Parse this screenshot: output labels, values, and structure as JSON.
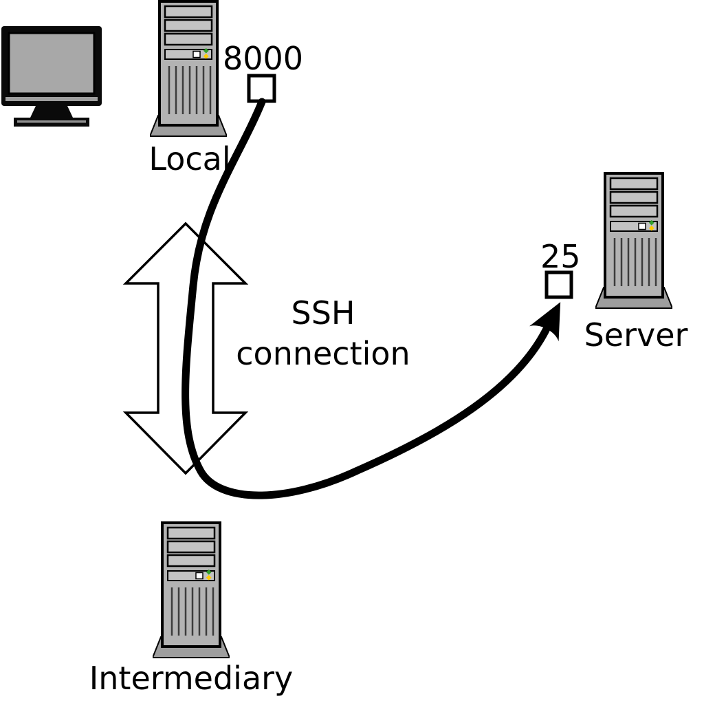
{
  "nodes": {
    "local": {
      "label": "Local",
      "port": "8000",
      "icon": "computer-tower-icon"
    },
    "intermediary": {
      "label": "Intermediary",
      "icon": "computer-tower-icon"
    },
    "server": {
      "label": "Server",
      "port": "25",
      "icon": "server-tower-icon"
    }
  },
  "monitor": {
    "icon": "crt-monitor-icon"
  },
  "connection": {
    "label_line1": "SSH",
    "label_line2": "connection"
  },
  "colors": {
    "background": "#ffffff",
    "line": "#000000",
    "arrow_fill": "#ffffff",
    "tower_body": "#b3b3b3",
    "tower_bay": "#c3c3c3",
    "tower_base": "#9e9e9e",
    "monitor_screen": "#a8a8a8",
    "led_green": "#33a02c",
    "led_yellow": "#ffcc00",
    "socket_fill": "#ffffff"
  }
}
